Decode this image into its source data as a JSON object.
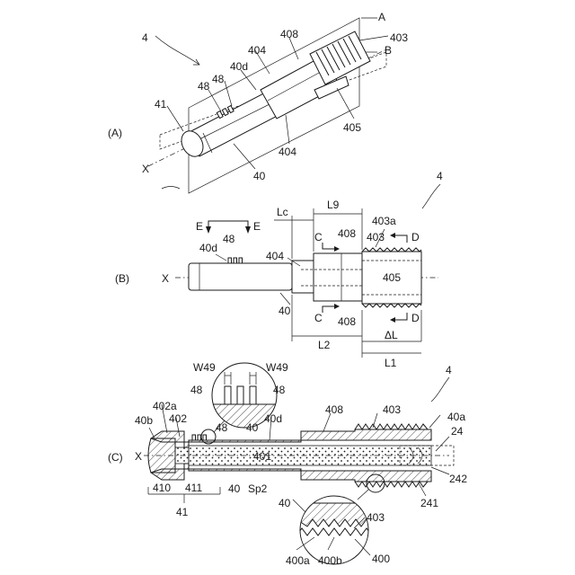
{
  "figure": {
    "view_a": {
      "panel_label": "(A)",
      "labels": {
        "assembly": "4",
        "a": "A",
        "b": "B",
        "n408": "408",
        "n403": "403",
        "n404_top": "404",
        "n40d": "40d",
        "n48_a": "48",
        "n48_b": "48",
        "n41": "41",
        "n405": "405",
        "n404_bottom": "404",
        "x": "X",
        "n40": "40"
      }
    },
    "view_b": {
      "panel_label": "(B)",
      "labels": {
        "assembly": "4",
        "e_left": "E",
        "e_right": "E",
        "n48": "48",
        "n40d": "40d",
        "lc": "Lc",
        "l9": "L9",
        "c_top": "C",
        "n408_top": "408",
        "n403a": "403a",
        "n403": "403",
        "d_top": "D",
        "n404": "404",
        "x": "X",
        "n405": "405",
        "c_bottom": "C",
        "n408_bottom": "408",
        "d_bottom": "D",
        "n40": "40",
        "l2": "L2",
        "delta_l": "ΔL",
        "l1": "L1"
      }
    },
    "view_c": {
      "panel_label": "(C)",
      "labels": {
        "assembly": "4",
        "w49_left": "W49",
        "w49_right": "W49",
        "n48_left": "48",
        "n48_right": "48",
        "n48_mid": "48",
        "n40_detail": "40",
        "n402a": "402a",
        "n40b": "40b",
        "n402": "402",
        "n40d": "40d",
        "n408": "408",
        "n403": "403",
        "n40a": "40a",
        "n24": "24",
        "x": "X",
        "n401": "401",
        "n242": "242",
        "n410": "410",
        "n411": "411",
        "n40_low": "40",
        "sp2": "Sp2",
        "n241": "241",
        "n41": "41",
        "n40_detail2": "40",
        "n403_detail2": "403",
        "n400a": "400a",
        "n400b": "400b",
        "n400": "400"
      }
    }
  }
}
